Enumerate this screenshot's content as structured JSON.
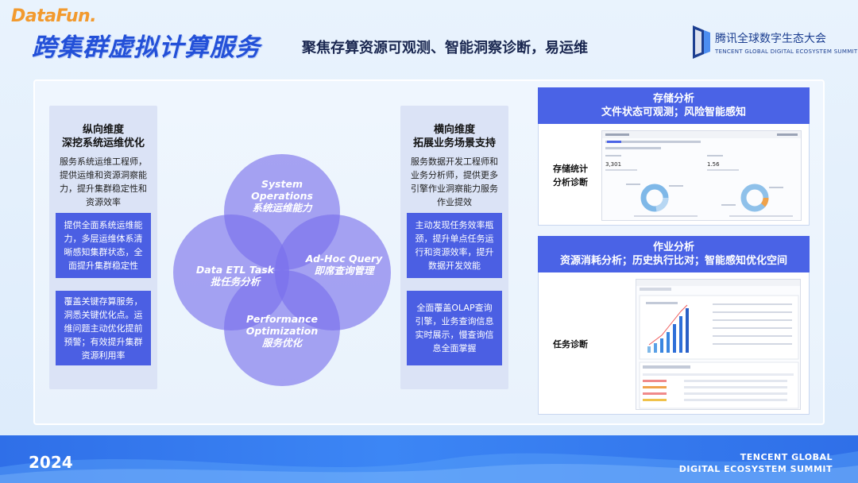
{
  "header": {
    "logo": "DataFun.",
    "title": "跨集群虚拟计算服务",
    "subtitle": "聚焦存算资源可观测、智能洞察诊断，易运维",
    "brand_cn": "腾讯全球数字生态大会",
    "brand_en": "TENCENT GLOBAL DIGITAL ECOSYSTEM SUMMIT"
  },
  "left": {
    "head1": "纵向维度",
    "head2": "深挖系统运维优化",
    "desc": [
      "服务系统运维工程师，",
      "提供运维和资源洞察能",
      "力，提升集群稳定性和",
      "资源效率"
    ],
    "box1": [
      "提供全面系统运维能",
      "力，多层运维体系清",
      "晰感知集群状态，全",
      "面提升集群稳定性"
    ],
    "box2": [
      "覆盖关键存算服务，",
      "洞悉关键优化点。运",
      "维问题主动优化提前",
      "预警；有效提升集群",
      "资源利用率"
    ]
  },
  "middle": {
    "head1": "横向维度",
    "head2": "拓展业务场景支持",
    "desc": [
      "服务数据开发工程师和",
      "业务分析师，提供更多",
      "引擎作业洞察能力服务",
      "作业提效"
    ],
    "box1": [
      "主动发现任务效率瓶",
      "颈，提升单点任务运",
      "行和资源效率，提升",
      "数据开发效能"
    ],
    "box2": [
      "全面覆盖OLAP查询",
      "引擎，业务查询信息",
      "实时展示，慢查询信",
      "息全面掌握"
    ]
  },
  "venn": {
    "top_en1": "System",
    "top_en2": "Operations",
    "top_cn": "系统运维能力",
    "left_en": "Data ETL Task",
    "left_cn": "批任务分析",
    "right_en": "Ad-Hoc Query",
    "right_cn": "即席查询管理",
    "bottom_en1": "Performance",
    "bottom_en2": "Optimization",
    "bottom_cn": "服务优化"
  },
  "storage": {
    "head1": "存储分析",
    "head2": "文件状态可观测；风险智能感知",
    "label1": "存储统计",
    "label2": "分析诊断",
    "stat1": "3,301",
    "stat2": "1.56"
  },
  "job": {
    "head1": "作业分析",
    "head2": "资源消耗分析；历史执行比对；智能感知优化空间",
    "label": "任务诊断"
  },
  "footer": {
    "year": "2024",
    "en1": "TENCENT GLOBAL",
    "en2": "DIGITAL ECOSYSTEM SUMMIT"
  },
  "colors": {
    "accent": "#4a63e6",
    "title": "#2350d8",
    "venn": "#786eeb",
    "footer": "#2f6fe8"
  }
}
